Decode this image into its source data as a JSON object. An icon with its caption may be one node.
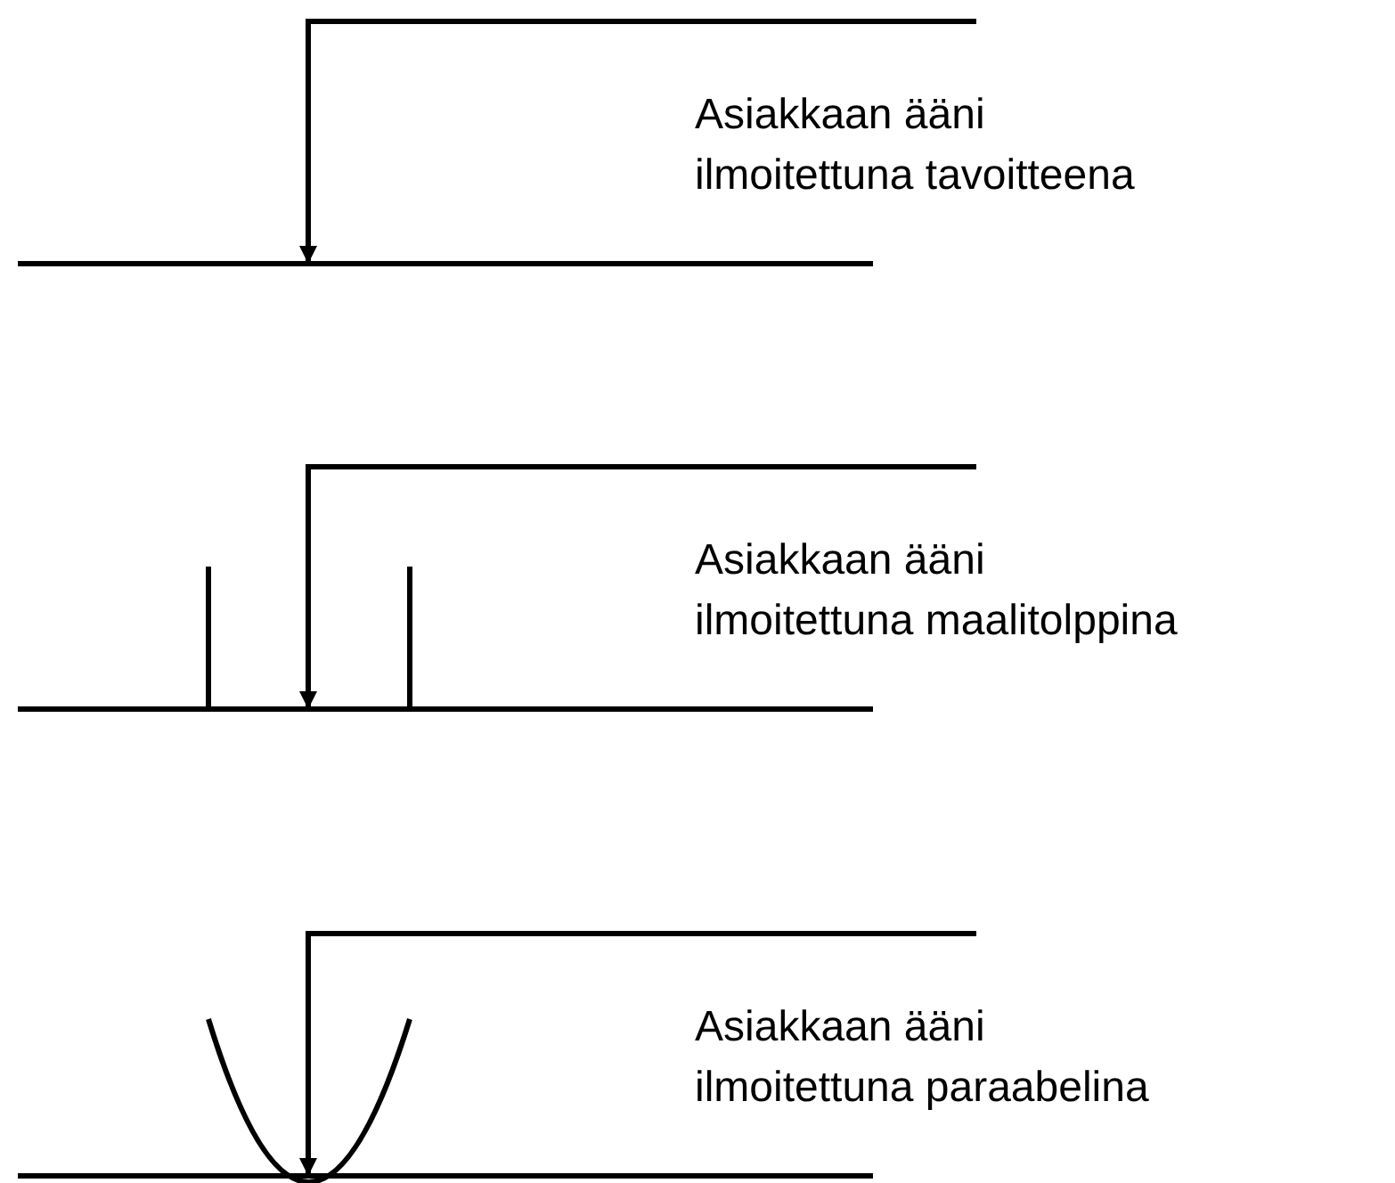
{
  "diagram": {
    "labels": [
      "Asiakkaan ääni ilmoitettuna tavoitteena",
      "Asiakkaan ääni ilmoitettuna maalitolppina",
      "Asiakkaan ääni ilmoitettuna paraabelina"
    ]
  }
}
